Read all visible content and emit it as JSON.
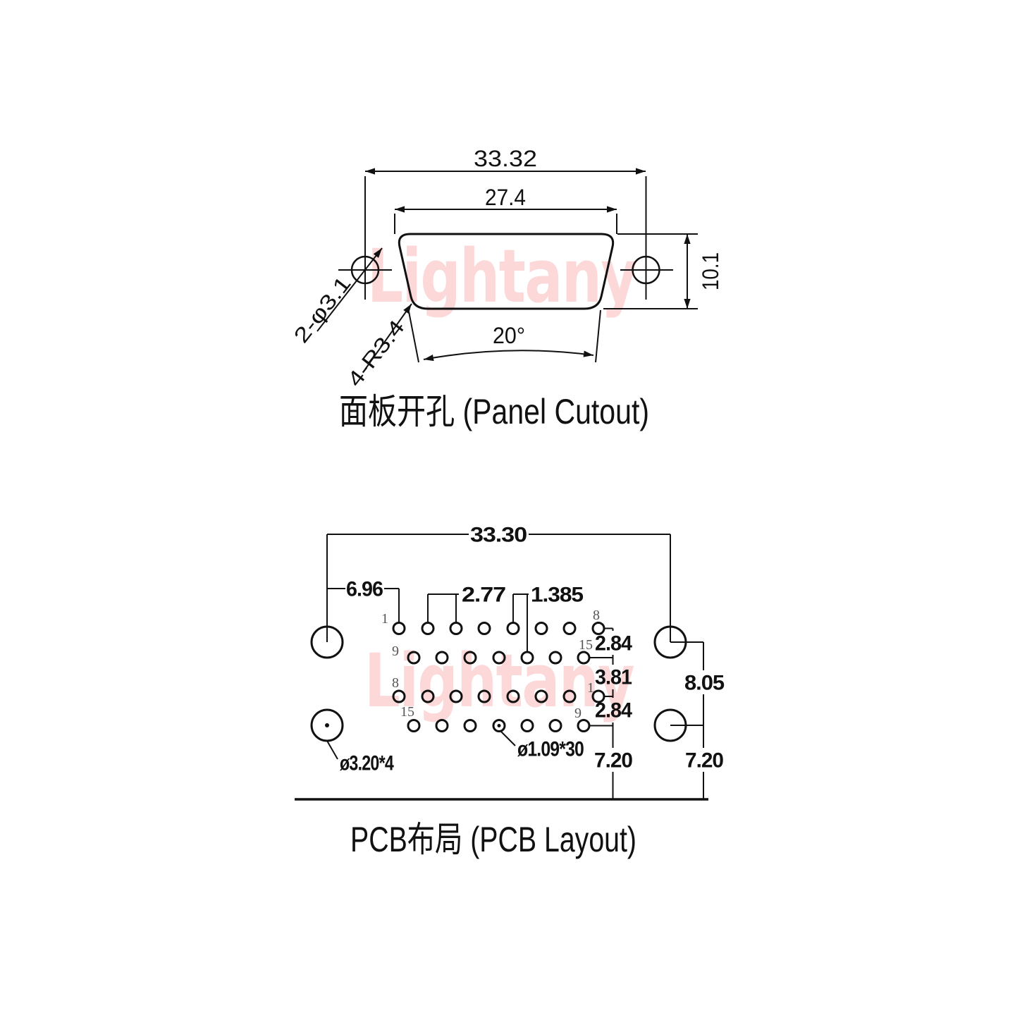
{
  "watermark": {
    "text": "Lightany",
    "color": "#fcd8d8"
  },
  "panel": {
    "title": "面板开孔 (Panel Cutout)",
    "overall_width": "33.32",
    "cutout_width": "27.4",
    "cutout_height": "10.1",
    "side_angle": "20°",
    "mount_holes_label": "2-φ3.1",
    "corner_radius_label": "4-R3.4"
  },
  "pcb": {
    "title": "PCB布局 (PCB Layout)",
    "mount_span": "33.30",
    "mount_to_pin1": "6.96",
    "pin_pitch": "2.77",
    "row_offset": "1.385",
    "row_gap_1_2": "2.84",
    "row_gap_2_3": "3.81",
    "row_gap_3_4": "2.84",
    "mount_gap_vertical": "8.05",
    "pin_row_to_edge": "7.20",
    "mount_to_edge": "7.20",
    "pin_hole_spec": "ø1.09*30",
    "mount_hole_spec": "ø3.20*4",
    "pin_numbers": {
      "row1_left": "1",
      "row1_right": "8",
      "row2_left": "9",
      "row2_right": "15",
      "row3_left": "8",
      "row3_right": "1",
      "row4_left": "15",
      "row4_right": "9"
    }
  }
}
